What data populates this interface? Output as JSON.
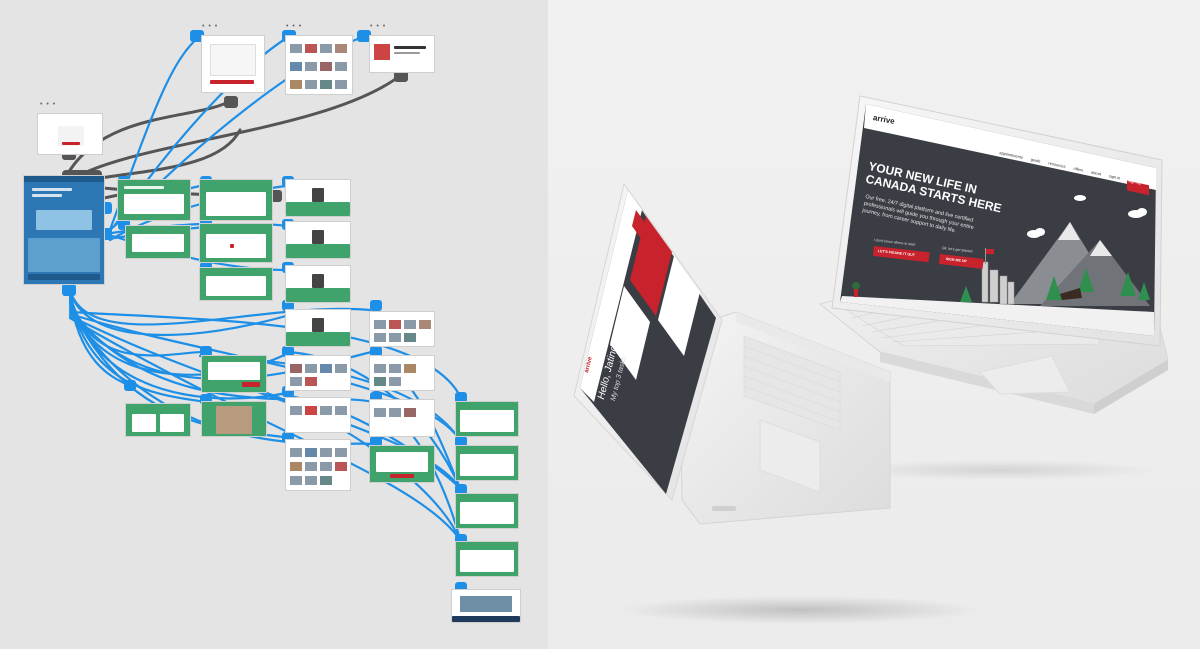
{
  "landing": {
    "brand": "arrive",
    "nav": [
      "appointments",
      "guide",
      "resources",
      "offers",
      "about",
      "sign in"
    ],
    "signup": "sign up",
    "headline_line1": "YOUR NEW LIFE IN",
    "headline_line2": "CANADA STARTS HERE",
    "subtext_line1": "Our free, 24/7 digital platform and live certified",
    "subtext_line2": "professionals will guide you through your entire",
    "subtext_line3": "journey, from career support to daily life.",
    "cta1_caption": "I don't know where to start",
    "cta1_button": "LET'S FIGURE IT OUT",
    "cta2_caption": "Ok, let's get started",
    "cta2_button": "SIGN ME UP"
  },
  "dashboard": {
    "brand": "arrive",
    "greeting": "Hello, Jatinder",
    "subtitle": "My top 3 tasks:"
  },
  "colors": {
    "flow_connector": "#1e8fe6",
    "flow_connector_dark": "#555555",
    "screen_dark": "#3a3d44",
    "brand_red": "#c8232c",
    "screen_green": "#3fa36b"
  }
}
